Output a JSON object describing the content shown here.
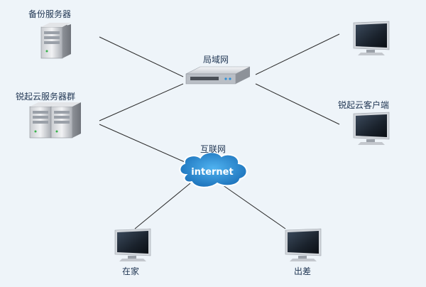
{
  "diagram": {
    "nodes": {
      "backup_server": "备份服务器",
      "lan": "局域网",
      "server_cluster": "锐起云服务器群",
      "cloud_client": "锐起云客户端",
      "internet": "互联网",
      "internet_cloud_text": "internet",
      "home": "在家",
      "business_trip": "出差"
    }
  }
}
